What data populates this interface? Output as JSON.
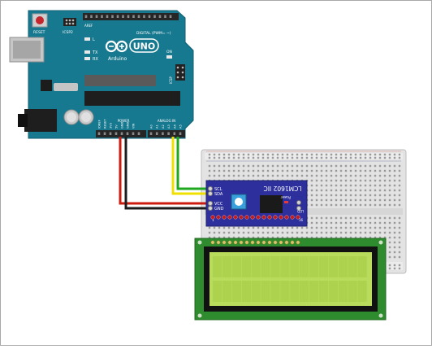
{
  "arduino": {
    "reset_label": "RESET",
    "icsp2_label": "ICSP2",
    "digital_label": "DIGITAL (PWM= ~)",
    "aref_label": "AREF",
    "l_label": "L",
    "tx_label": "TX",
    "rx_label": "RX",
    "on_label": "ON",
    "icsp_label": "ICSP",
    "brand_label": "Arduino",
    "uno_label": "UNO",
    "power_label": "POWER",
    "analog_label": "ANALOG IN",
    "power_pins": [
      "IOREF",
      "RESET",
      "3V3",
      "5V",
      "GND",
      "GND",
      "VIN"
    ],
    "analog_pins": [
      "A0",
      "A1",
      "A2",
      "A3",
      "A4",
      "A5"
    ]
  },
  "i2c_module": {
    "title": "LCM1602 IIC",
    "pins": [
      "SCL",
      "SDA",
      "VCC",
      "GND"
    ],
    "power_label": "Power",
    "led_label": "LED",
    "pin1_label": "1",
    "pin16_label": "16"
  },
  "wires": {
    "colors": {
      "red": "#cc1c10",
      "black": "#1c1c1c",
      "yellow": "#f0e000",
      "green": "#1fa81f"
    }
  },
  "colors": {
    "board_blue": "#17798f",
    "module_blue": "#2d2f9c",
    "lcd_pcb": "#2e8b2e",
    "lcd_screen": "#b9dc5c"
  }
}
